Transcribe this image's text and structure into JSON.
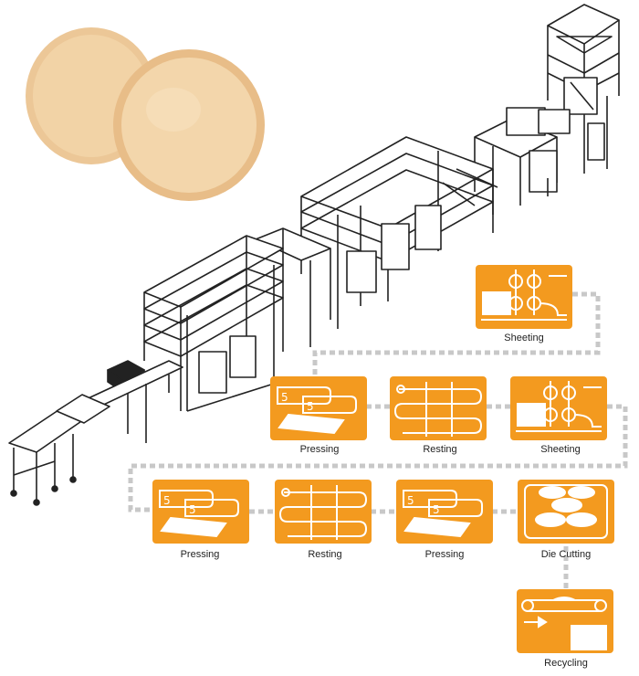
{
  "colors": {
    "accent": "#f39a1f",
    "connector": "#c8c8c8",
    "line": "#222222",
    "product": "#f2d2a2"
  },
  "process_steps": [
    {
      "label": "Sheeting",
      "icon": "sheeting-icon"
    },
    {
      "label": "Pressing",
      "icon": "pressing-icon"
    },
    {
      "label": "Resting",
      "icon": "resting-icon"
    },
    {
      "label": "Sheeting",
      "icon": "sheeting-icon"
    },
    {
      "label": "Pressing",
      "icon": "pressing-icon"
    },
    {
      "label": "Resting",
      "icon": "resting-icon"
    },
    {
      "label": "Pressing",
      "icon": "pressing-icon"
    },
    {
      "label": "Die Cutting",
      "icon": "die-cutting-icon"
    },
    {
      "label": "Recycling",
      "icon": "recycling-icon"
    }
  ]
}
